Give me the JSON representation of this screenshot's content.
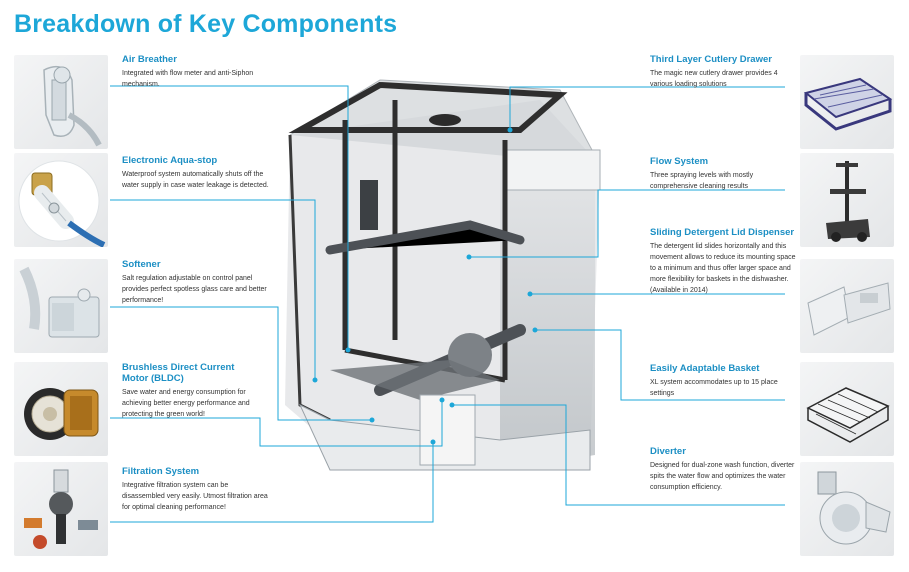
{
  "title": "Breakdown of  Key Components",
  "accent_color": "#1da7d8",
  "left": [
    {
      "title": "Air Breather",
      "desc": "Integrated with flow meter and anti-Siphon mechanism.",
      "icon": "air-breather-icon"
    },
    {
      "title": "Electronic Aqua-stop",
      "desc": "Waterproof system automatically shuts off the water supply in case water leakage is detected.",
      "icon": "aqua-stop-icon"
    },
    {
      "title": "Softener",
      "desc": "Salt regulation adjustable on control panel provides perfect spotless glass care and better performance!",
      "icon": "softener-icon"
    },
    {
      "title": "Brushless Direct Current Motor (BLDC)",
      "desc": "Save water and energy consumption for achieving better energy performance and protecting the green world!",
      "icon": "bldc-motor-icon"
    },
    {
      "title": "Filtration System",
      "desc": "Integrative filtration system can be disassembled very easily. Utmost filtration area for optimal cleaning performance!",
      "icon": "filtration-icon"
    }
  ],
  "right": [
    {
      "title": "Third Layer Cutlery Drawer",
      "desc": "The magic new cutlery drawer provides 4 various loading solutions",
      "icon": "cutlery-drawer-icon"
    },
    {
      "title": "Flow System",
      "desc": "Three spraying levels with mostly comprehensive cleaning results",
      "icon": "spray-arm-icon"
    },
    {
      "title": "Sliding Detergent Lid Dispenser",
      "desc": "The detergent lid slides horizontally and this movement allows to reduce its mounting space to a minimum and thus offer larger space and more flexibility for baskets in the dishwasher. (Available in 2014)",
      "icon": "detergent-dispenser-icon"
    },
    {
      "title": "Easily Adaptable Basket",
      "desc": "XL system accommodates up to 15 place settings",
      "icon": "basket-icon"
    },
    {
      "title": "Diverter",
      "desc": "Designed for dual-zone wash function, diverter spits the water flow and optimizes the water consumption efficiency.",
      "icon": "diverter-icon"
    }
  ]
}
